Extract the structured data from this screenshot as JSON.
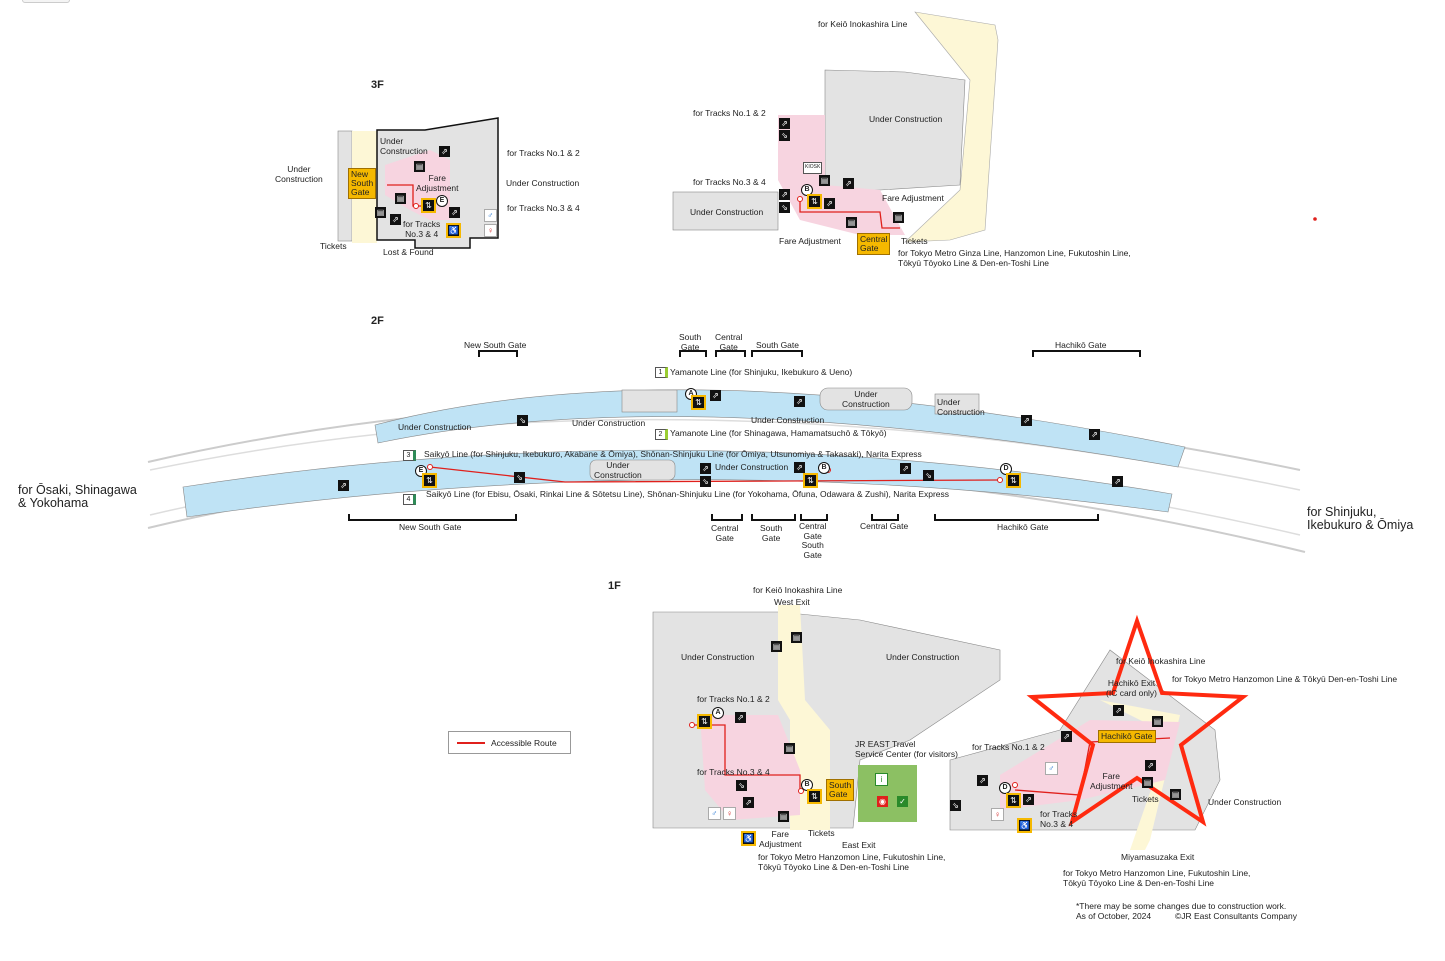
{
  "colors": {
    "concourse": "#bfe3f5",
    "gray_area": "#e3e3e3",
    "pink_area": "#f7d4e0",
    "yellow_area": "#fdf7d6",
    "gate": "#f5b800",
    "accessible_route": "#e0201c",
    "service_center": "#8cc063",
    "star_highlight": "#ff2a10"
  },
  "floors": {
    "f3": "3F",
    "f2": "2F",
    "f1": "1F"
  },
  "floor3_left": {
    "under_construction_top": "Under\nConstruction",
    "under_construction_left": "Under\nConstruction",
    "gate": "New\nSouth\nGate",
    "fare_adjustment": "Fare\nAdjustment",
    "tracks_1_2": "for Tracks No.1 & 2",
    "under_construction_right": "Under Construction",
    "tracks_3_4": "for Tracks No.3 & 4",
    "tracks_3_4_inner": "for Tracks\nNo.3 & 4",
    "tickets": "Tickets",
    "lost_found": "Lost & Found",
    "elevator_letter": "E"
  },
  "floor3_right": {
    "keio": "for Keiō Inokashira Line",
    "tracks_1_2": "for Tracks No.1 & 2",
    "under_construction_top": "Under Construction",
    "kiosk": "KIOSK",
    "tracks_3_4": "for Tracks No.3 & 4",
    "elevator_letter": "B",
    "under_construction_left": "Under Construction",
    "fare_adjustment_right": "Fare Adjustment",
    "fare_adjustment_bottom": "Fare Adjustment",
    "gate": "Central\nGate",
    "tickets": "Tickets",
    "metro": "for Tokyo Metro Ginza Line, Hanzomon Line, Fukutoshin Line,\nTōkyū Tōyoko Line & Den-en-Toshi Line"
  },
  "floor2": {
    "top_gates": [
      "New South Gate",
      "South\nGate",
      "Central\nGate",
      "South Gate",
      "Hachikō Gate"
    ],
    "bottom_gates": [
      "New South Gate",
      "Central\nGate",
      "South\nGate",
      "Central\nGate\nSouth\nGate",
      "Central Gate",
      "Hachikō Gate"
    ],
    "tracks": [
      {
        "no": "1",
        "color": "#9acd32",
        "label": "Yamanote Line (for Shinjuku, Ikebukuro & Ueno)"
      },
      {
        "no": "2",
        "color": "#9acd32",
        "label": "Yamanote Line (for Shinagawa, Hamamatsuchō & Tōkyō)"
      },
      {
        "no": "3",
        "color": "#2e8b57",
        "label": "Saikyō Line (for Shinjuku, Ikebukuro, Akabane & Ōmiya), Shōnan-Shinjuku Line (for Ōmiya, Utsunomiya & Takasaki), Narita Express"
      },
      {
        "no": "4",
        "color": "#2e8b57",
        "label": "Saikyō Line (for Ebisu, Ōsaki, Rinkai Line & Sōtetsu Line), Shōnan-Shinjuku Line (for Yokohama, Ōfuna, Odawara & Zushi), Narita Express"
      }
    ],
    "under_construction": [
      "Under Construction",
      "Under Construction",
      "Under Construction",
      "Under\nConstruction",
      "Under\nConstruction",
      "Under\nConstruction",
      "Under Construction"
    ],
    "elevator_letters": [
      "A",
      "B",
      "D",
      "E"
    ],
    "dir_left": "for Ōsaki, Shinagawa\n& Yokohama",
    "dir_right": "for Shinjuku,\nIkebukuro & Ōmiya"
  },
  "floor1_left": {
    "keio": "for Keiō Inokashira Line",
    "west_exit": "West Exit",
    "under_construction_left": "Under Construction",
    "under_construction_right": "Under Construction",
    "tracks_1_2": "for Tracks No.1 & 2",
    "tracks_3_4": "for Tracks No.3 & 4",
    "elevator_letters": [
      "A",
      "B"
    ],
    "gate": "South\nGate",
    "travel_center": "JR EAST Travel\nService Center (for visitors)",
    "fare_adjustment": "Fare\nAdjustment",
    "tickets": "Tickets",
    "east_exit": "East Exit",
    "metro": "for Tokyo Metro Hanzomon Line, Fukutoshin Line,\nTōkyū Tōyoko Line & Den-en-Toshi Line"
  },
  "floor1_right": {
    "keio": "for Keiō Inokashira Line",
    "hachiko_exit": "Hachikō Exit\n(IC card only)",
    "metro_top": "for Tokyo Metro Hanzomon Line & Tōkyū Den-en-Toshi Line",
    "gate": "Hachikō Gate",
    "tracks_1_2": "for Tracks No.1 & 2",
    "fare_adjustment": "Fare\nAdjustment",
    "tickets": "Tickets",
    "tracks_3_4": "for Tracks\nNo.3 & 4",
    "under_construction": "Under Construction",
    "elevator_letter": "D",
    "miyamasuzaka": "Miyamasuzaka Exit",
    "metro_bottom": "for Tokyo Metro Hanzomon Line, Fukutoshin Line,\nTōkyū Tōyoko Line & Den-en-Toshi Line"
  },
  "legend": {
    "accessible_route": "Accessible Route"
  },
  "footer": {
    "note": "*There may be some changes due to construction work.",
    "date": "As of October, 2024",
    "copyright": "©JR East Consultants Company"
  }
}
